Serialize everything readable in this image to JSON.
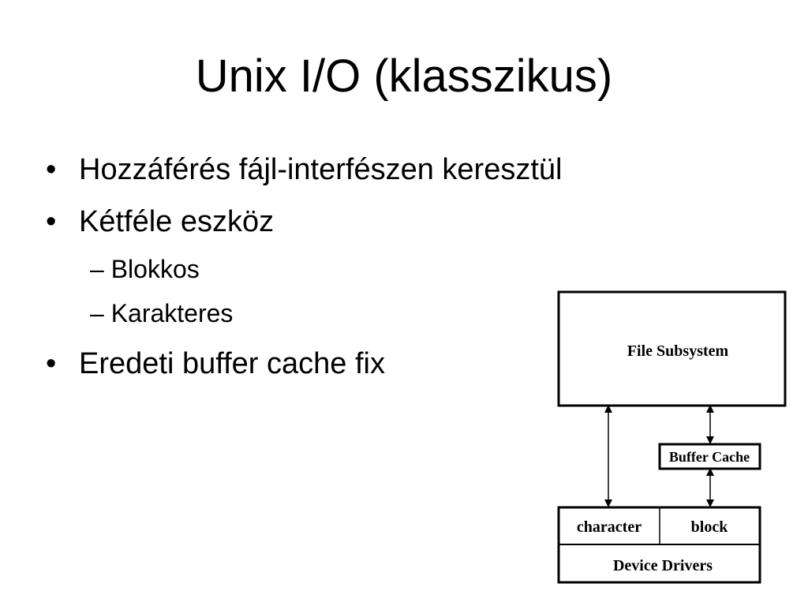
{
  "slide": {
    "title": "Unix I/O (klasszikus)",
    "bullets": [
      {
        "marker": "•",
        "text": "Hozzáférés fájl-interfészen keresztül"
      },
      {
        "marker": "•",
        "text": "Kétféle eszköz"
      },
      {
        "marker": "•",
        "text": "Eredeti buffer cache fix"
      }
    ],
    "subbullets": [
      {
        "text": "– Blokkos"
      },
      {
        "text": "– Karakteres"
      }
    ]
  },
  "diagram": {
    "file_subsystem": "File Subsystem",
    "buffer_cache": "Buffer Cache",
    "character": "character",
    "block": "block",
    "device_drivers": "Device Drivers"
  }
}
